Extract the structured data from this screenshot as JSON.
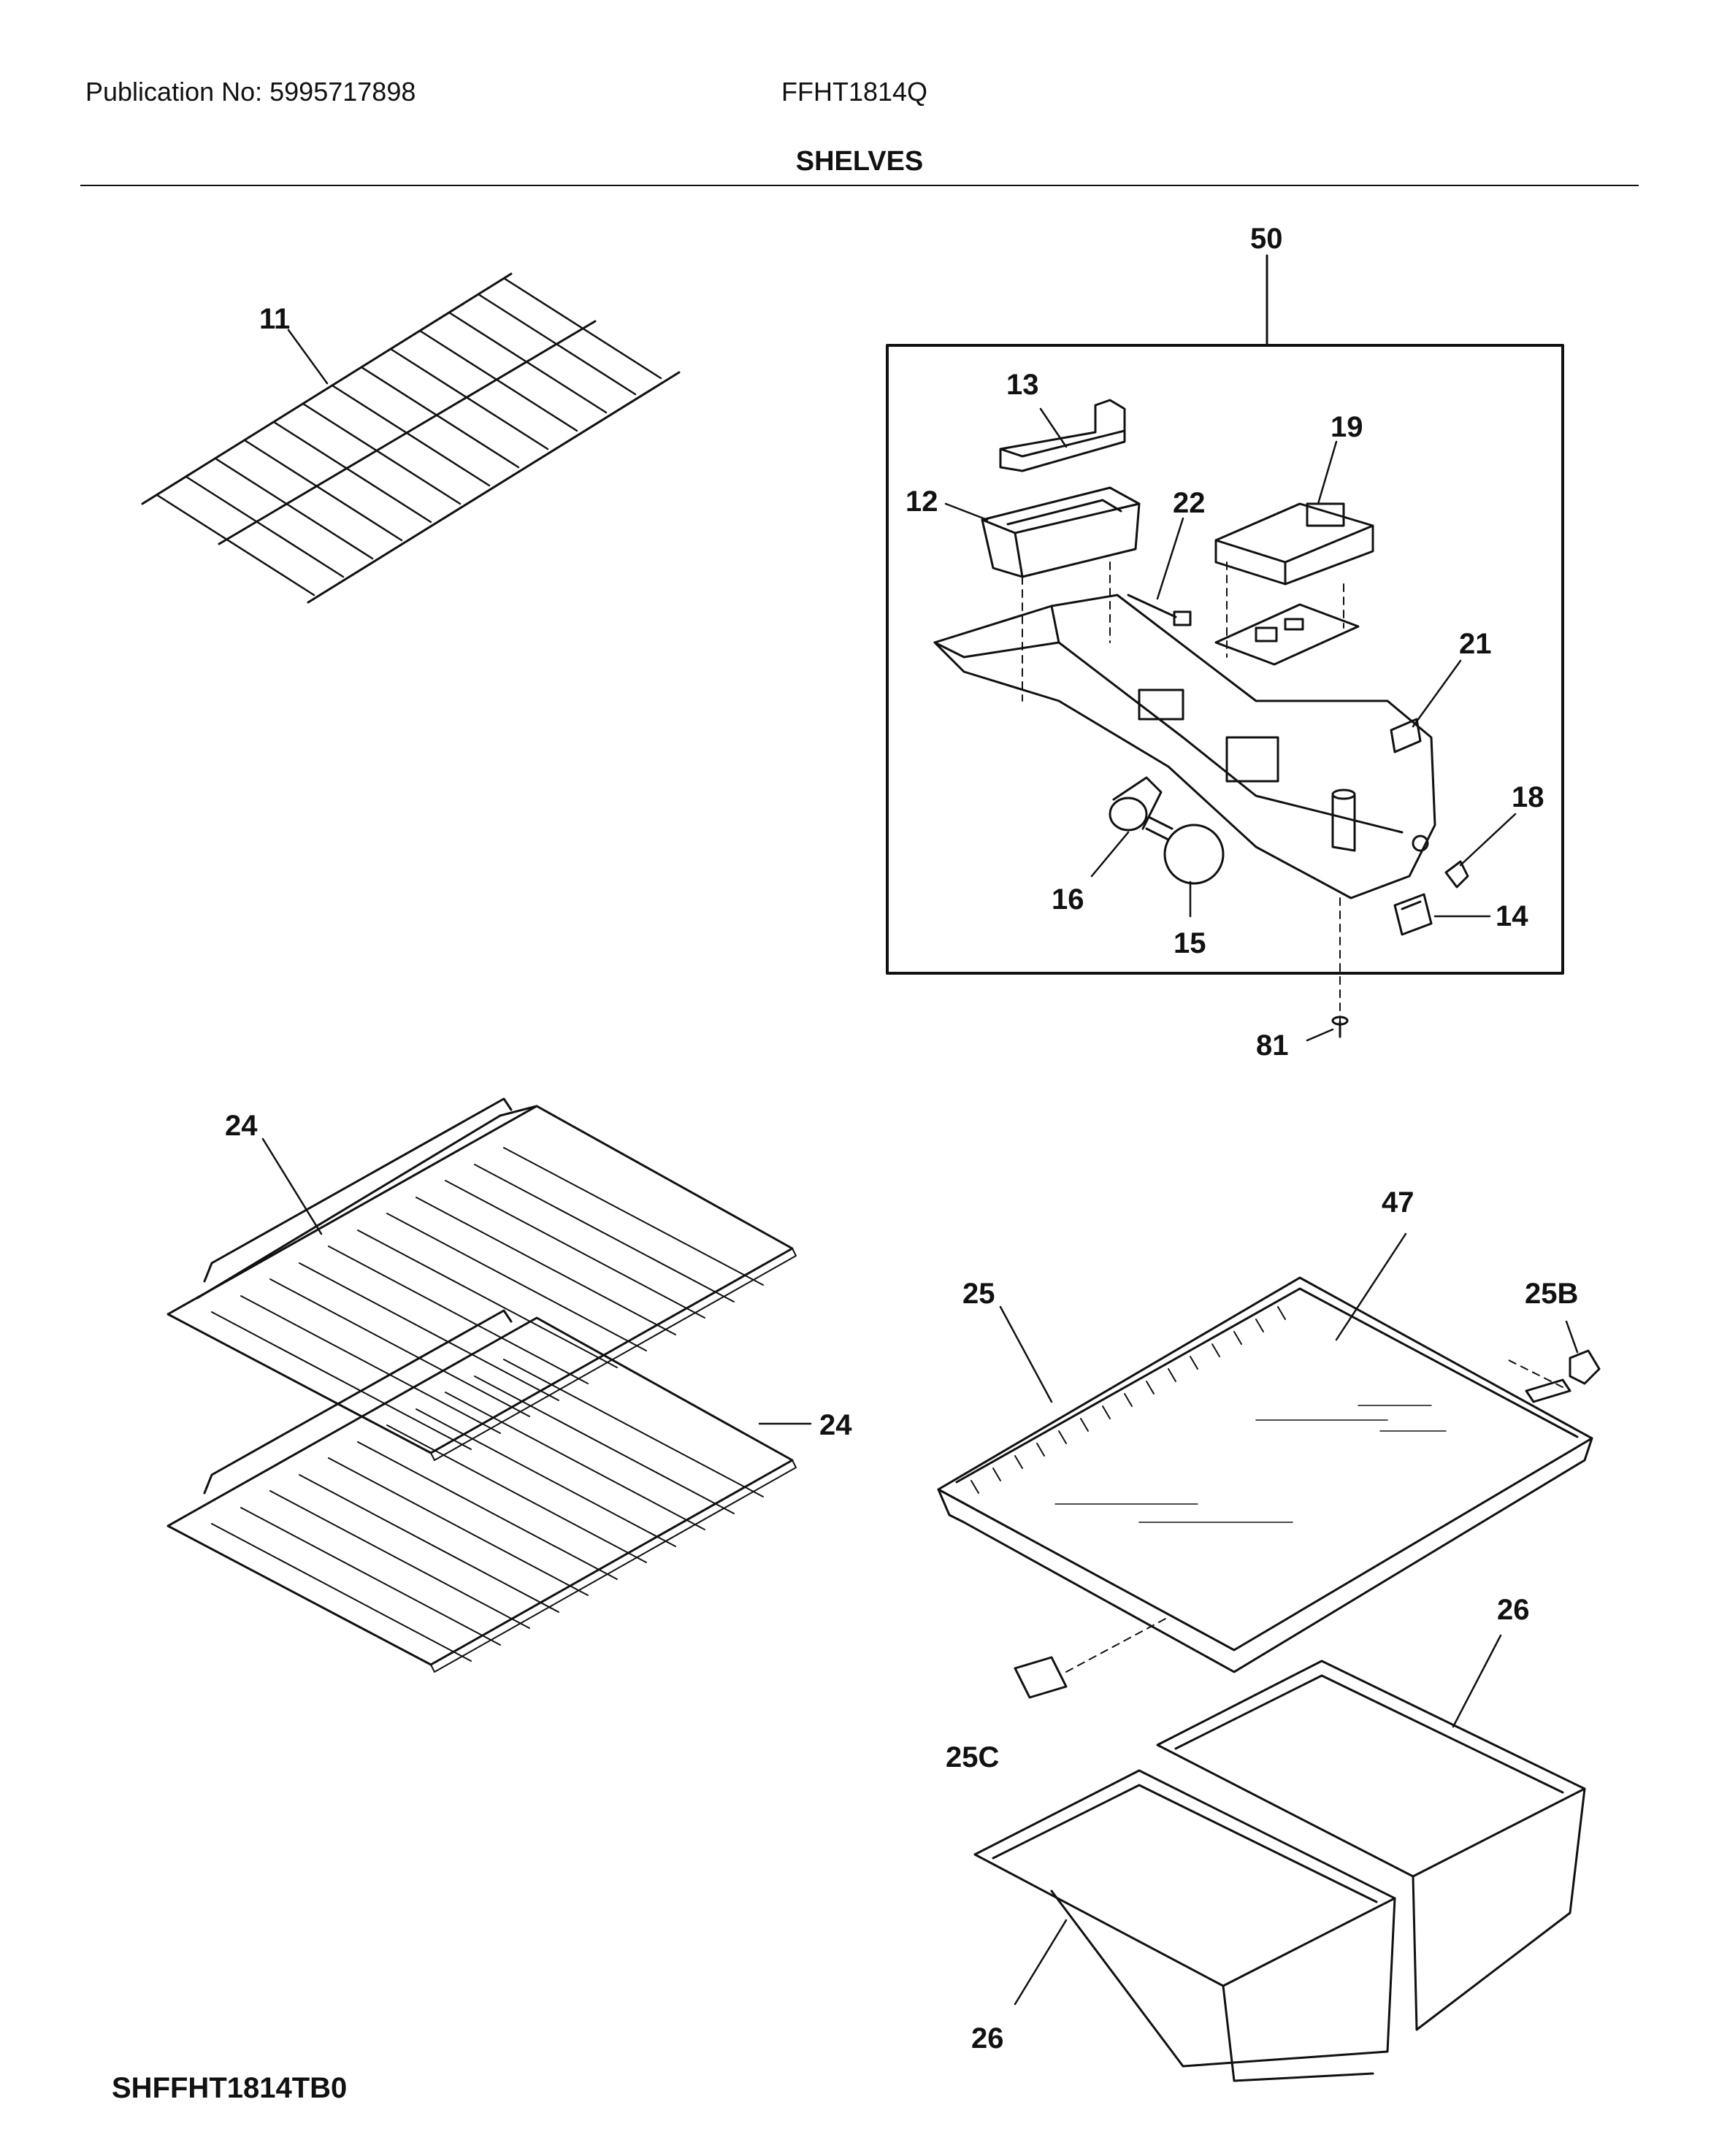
{
  "header": {
    "publication": "Publication No: 5995717898",
    "model": "FFHT1814Q",
    "section_title": "SHELVES"
  },
  "footer": {
    "code": "SHFFHT1814TB0"
  },
  "callouts": {
    "c11": "11",
    "c50": "50",
    "c13": "13",
    "c19": "19",
    "c12": "12",
    "c22": "22",
    "c21": "21",
    "c18": "18",
    "c16": "16",
    "c15": "15",
    "c14": "14",
    "c81": "81",
    "c24a": "24",
    "c24b": "24",
    "c47": "47",
    "c25": "25",
    "c25b": "25B",
    "c26a": "26",
    "c25c": "25C",
    "c26b": "26"
  }
}
